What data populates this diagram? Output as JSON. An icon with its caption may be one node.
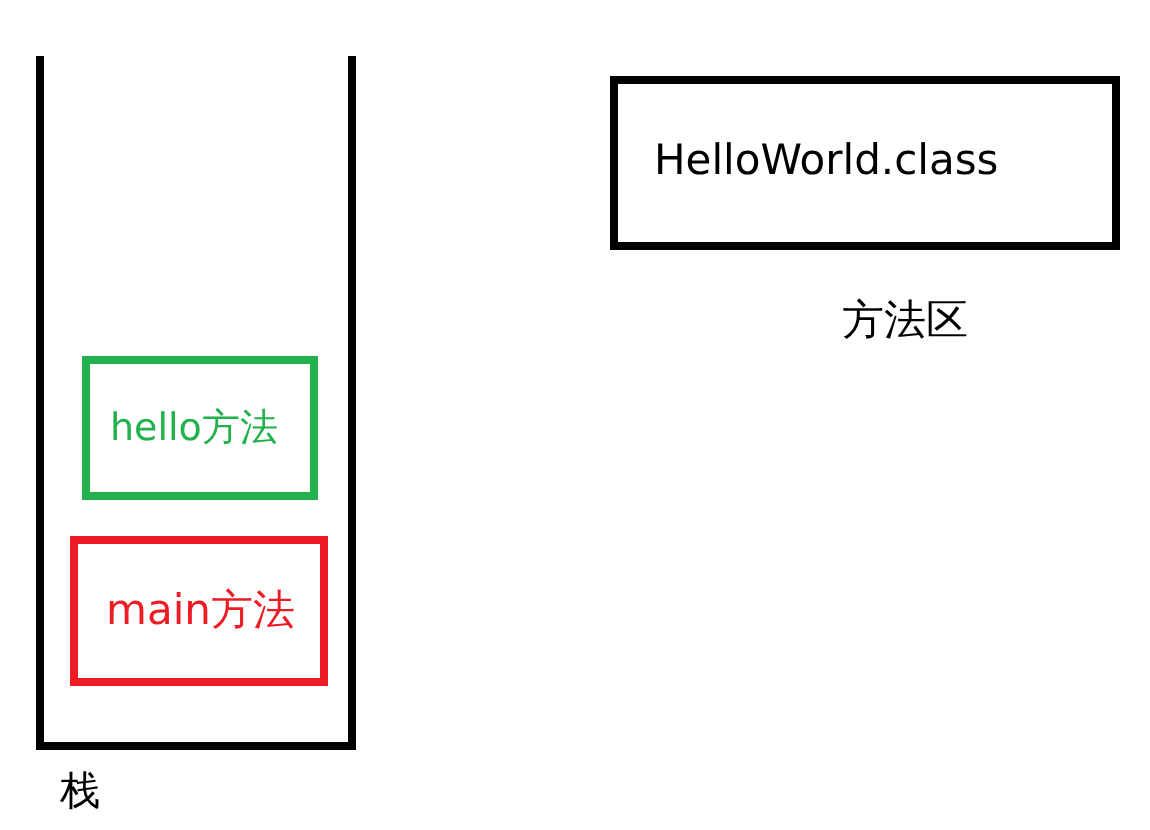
{
  "diagram": {
    "nodes": [
      {
        "text": [
          "栈"
        ]
      },
      {
        "text": [
          "hello方法"
        ],
        "in": 0
      },
      {
        "text": [
          "main方法"
        ],
        "in": 0
      },
      {
        "text": [
          "HelloWorld.class",
          "方法区"
        ]
      }
    ]
  }
}
